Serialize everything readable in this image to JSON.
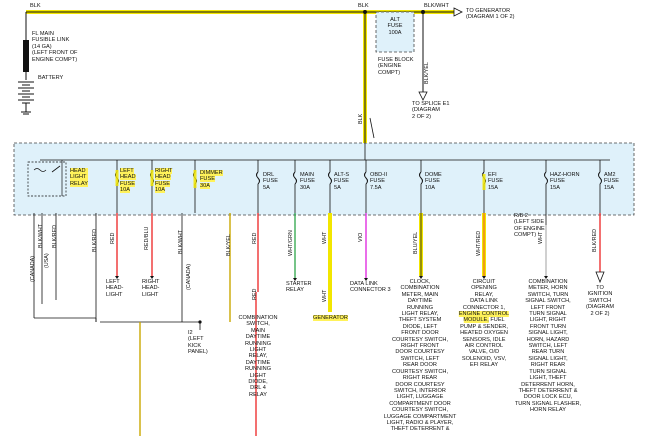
{
  "top": {
    "wire_blk_left": "BLK",
    "wire_blk_mid": "BLK",
    "wire_blk_white": "BLK/WHT",
    "generator": "TO GENERATOR\n(DIAGRAM 1 OF 2)",
    "fusible_link": "FL MAIN\nFUSIBLE LINK\n(14 GA)\n(LEFT FRONT OF\nENGINE COMPT)",
    "battery": "BATTERY",
    "alt_fuse": "ALT\nFUSE\n100A",
    "fuse_block": "FUSE BLOCK\n(ENGINE\nCOMPT)",
    "wire_blk_yel": "BLK/YEL",
    "splice": "TO SPLICE E1\n(DIAGRAM\n2 OF 2)",
    "wire_blk_feed": "BLK"
  },
  "fuses": [
    {
      "label": "HEAD\nLIGHT\nRELAY"
    },
    {
      "label": "LEFT\nHEAD\nFUSE\n10A"
    },
    {
      "label": "RIGHT\nHEAD\nFUSE\n10A"
    },
    {
      "label": "DIMMER\nFUSE\n30A"
    },
    {
      "label": "DRL\nFUSE\n5A"
    },
    {
      "label": "MAIN\nFUSE\n30A"
    },
    {
      "label": "ALT-S\nFUSE\n5A"
    },
    {
      "label": "OBD-II\nFUSE\n7.5A"
    },
    {
      "label": "DOME\nFUSE\n10A"
    },
    {
      "label": "EFI\nFUSE\n15A"
    },
    {
      "label": "HAZ-HORN\nFUSE\n15A"
    },
    {
      "label": "AM2\nFUSE\n15A"
    }
  ],
  "wires": {
    "canada": "(CANADA)",
    "usa": "(USA)",
    "blk_wht": "BLK/WHT",
    "blk_red1": "BLK/RED",
    "blk_red2": "BLK/RED",
    "red1": "RED",
    "red_blu": "RED/BLU",
    "blk_wht2": "BLK/WHT",
    "canada2": "(CANADA)",
    "blk_yel": "BLK/YEL",
    "red2": "RED",
    "red3": "RED",
    "wht_grn": "WHT/GRN",
    "wht1": "WHT",
    "wht2": "WHT",
    "vio": "VIO",
    "blu_yel": "BLU/YEL",
    "wht_red": "WHT/RED",
    "wht3": "WHT",
    "blk_red3": "BLK/RED",
    "rb2": "R/B 2\n(LEFT SIDE\nOF ENGINE\nCOMPT)"
  },
  "dest": {
    "left_headlight": "LEFT\nHEAD-\nLIGHT",
    "right_headlight": "RIGHT\nHEAD-\nLIGHT",
    "starter": "STARTER\nRELAY",
    "dlc3": "DATA LINK\nCONNECTOR 3",
    "generator": "GENERATOR",
    "i2": "I2\n(LEFT\nKICK\nPANEL)",
    "drl": "COMBINATION\nSWITCH,\nMAIN\nDAYTIME\nRUNNING\nLIGHT\nRELAY,\nDAYTIME\nRUNNING\nLIGHT\nDIODE,\nDRL 4\nRELAY",
    "dome": "CLOCK,\nCOMBINATION\nMETER, MAIN\nDAYTIME\nRUNNING\nLIGHT RELAY,\nTHEFT SYSTEM\nDIODE, LEFT\nFRONT DOOR\nCOURTESY SWITCH,\nRIGHT FRONT\nDOOR COURTESY\nSWITCH, LEFT\nREAR DOOR\nCOURTESY SWITCH,\nRIGHT REAR\nDOOR COURTESY\nSWITCH, INTERIOR\nLIGHT, LUGGAGE\nCOMPARTMENT DOOR\nCOURTESY SWITCH,\nLUGGAGE COMPARTMENT\nLIGHT, RADIO & PLAYER,\nTHEFT DETERRENT &",
    "efi_a": "CIRCUIT\nOPENING\nRELAY,\nDATA LINK\nCONNECTOR 1,",
    "efi_b": "ENGINE CONTROL\nMODULE,",
    "efi_c": " FUEL\nPUMP & SENDER,\nHEATED OXYGEN\nSENSORS, IDLE\nAIR CONTROL\nVALVE, O/D\nSOLENOID, VSV,\nEFI RELAY",
    "haz": "COMBINATION\nMETER, HORN\nSWITCH, TURN\nSIGNAL SWITCH,\nLEFT FRONT\nTURN SIGNAL\nLIGHT, RIGHT\nFRONT TURN\nSIGNAL LIGHT,\nHORN, HAZARD\nSWITCH, LEFT\nREAR TURN\nSIGNAL LIGHT,\nRIGHT REAR\nTURN SIGNAL\nLIGHT, THEFT\nDETERRENT HORN,\nTHEFT DETERRENT &\nDOOR LOCK ECU,\nTURN SIGNAL FLASHER,\nHORN RELAY",
    "ign": "TO\nIGNITION\nSWITCH\n(DIAGRAM\n2 OF 2)"
  }
}
